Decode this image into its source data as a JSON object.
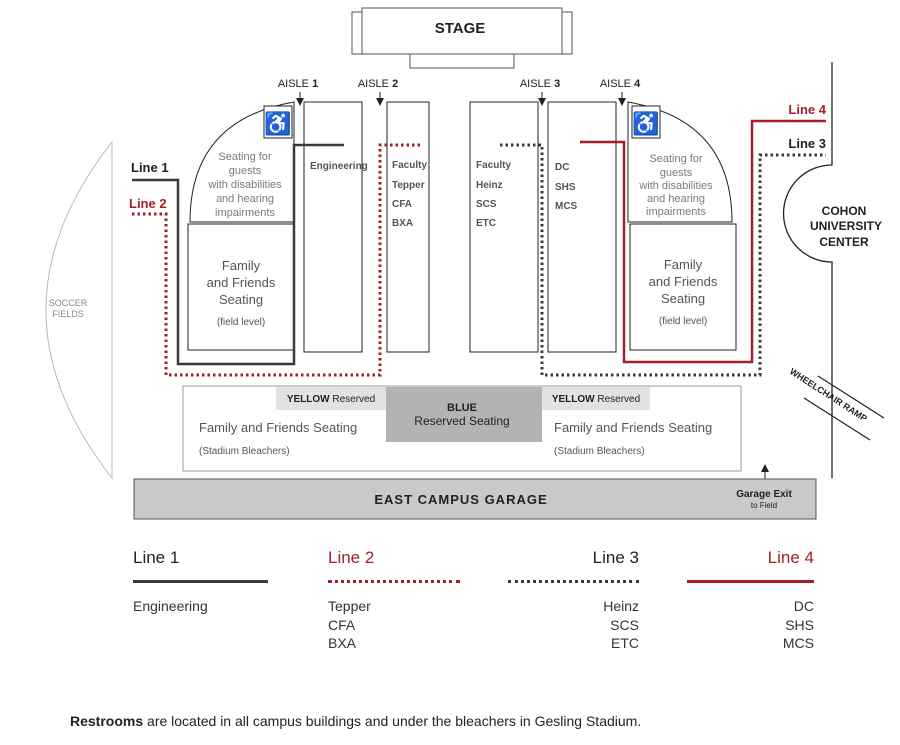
{
  "colors": {
    "dark": "#3a3a3a",
    "red": "#a31f2a",
    "gray_text": "#7a7a7a",
    "garage": "#c9c9c9",
    "blue": "#b3b3b3",
    "yellow": "#e2e2e2"
  },
  "map": {
    "stage": "STAGE",
    "aisles": [
      {
        "prefix": "AISLE",
        "num": "1"
      },
      {
        "prefix": "AISLE",
        "num": "2"
      },
      {
        "prefix": "AISLE",
        "num": "3"
      },
      {
        "prefix": "AISLE",
        "num": "4"
      }
    ],
    "accessible_seating_left": [
      "Seating for",
      "guests",
      "with disabilities",
      "and hearing",
      "impairments"
    ],
    "accessible_seating_right": [
      "Seating for",
      "guests",
      "with disabilities",
      "and hearing",
      "impairments"
    ],
    "family_field_left": [
      "Family",
      "and Friends",
      "Seating"
    ],
    "family_field_left_note": "(field level)",
    "family_field_right": [
      "Family",
      "and Friends",
      "Seating"
    ],
    "family_field_right_note": "(field level)",
    "section_engineering": [
      "Engineering"
    ],
    "section_aisle2": [
      "Faculty",
      "Tepper",
      "CFA",
      "BXA"
    ],
    "section_aisle3": [
      "Faculty",
      "Heinz",
      "SCS",
      "ETC"
    ],
    "section_aisle4": [
      "DC",
      "SHS",
      "MCS"
    ],
    "line_labels": {
      "line1": "Line 1",
      "line2": "Line 2",
      "line3": "Line 3",
      "line4": "Line 4"
    },
    "soccer": [
      "SOCCER",
      "FIELDS"
    ],
    "cohon": [
      "COHON",
      "UNIVERSITY",
      "CENTER"
    ],
    "wheelchair_ramp": "WHEELCHAIR RAMP",
    "yellow_left": {
      "bold": "YELLOW",
      "rest": " Reserved"
    },
    "yellow_right": {
      "bold": "YELLOW",
      "rest": " Reserved"
    },
    "blue": {
      "line1": "BLUE",
      "line2": "Reserved Seating"
    },
    "bleachers_left": {
      "title": "Family and Friends Seating",
      "sub": "(Stadium Bleachers)"
    },
    "bleachers_right": {
      "title": "Family and Friends Seating",
      "sub": "(Stadium Bleachers)"
    },
    "garage": "EAST CAMPUS GARAGE",
    "garage_exit": {
      "title": "Garage Exit",
      "sub": "to Field"
    }
  },
  "legend": [
    {
      "title": "Line 1",
      "style": "solid-dark",
      "items": [
        "Engineering"
      ]
    },
    {
      "title": "Line 2",
      "style": "dotted-red",
      "items": [
        "Tepper",
        "CFA",
        "BXA"
      ]
    },
    {
      "title": "Line 3",
      "style": "dotted-dark",
      "items": [
        "Heinz",
        "SCS",
        "ETC"
      ]
    },
    {
      "title": "Line 4",
      "style": "solid-red",
      "items": [
        "DC",
        "SHS",
        "MCS"
      ]
    }
  ],
  "footer": {
    "bold": "Restrooms",
    "rest": " are located in all campus buildings and under the bleachers in Gesling Stadium."
  }
}
